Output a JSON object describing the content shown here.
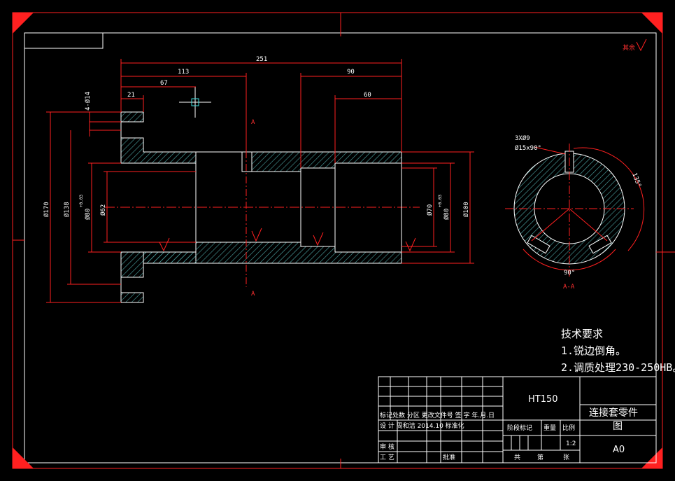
{
  "drawing": {
    "dimensions": {
      "overall_length": "251",
      "len_113": "113",
      "len_67": "67",
      "len_21": "21",
      "len_90": "90",
      "len_60": "60",
      "holes": "4-Ø14",
      "d170": "Ø170",
      "d138": "Ø138",
      "d80_left": "Ø80",
      "d62": "Ø62",
      "d70": "Ø70",
      "d80_right": "Ø80",
      "d100": "Ø100",
      "tol_upper": "+0.03",
      "tol_lower": "0"
    },
    "section": {
      "cut_label": "A",
      "view_label": "A-A",
      "note_holes": "3XØ9",
      "note_counter": "Ø15x90°",
      "angle_135": "135°",
      "angle_90": "90°"
    },
    "surface_note": "其余",
    "technical_requirements": {
      "title": "技术要求",
      "item1": "1.锐边倒角。",
      "item2": "2.调质处理230-250HB。"
    },
    "title_block": {
      "material": "HT150",
      "part_name_line1": "连接套零件",
      "part_name_line2": "图",
      "sheet_size": "A0",
      "scale": "1:2",
      "row_mark": "标记处数  分区  更改文件号  签  字  年.月.日",
      "row_design": "设  计  周和洁  2014.10  标准化",
      "stage_mark": "阶段标记",
      "weight": "重量",
      "ratio": "比例",
      "review": "审  核",
      "process": "工  艺",
      "approve": "批准",
      "total": "共",
      "sheet": "第",
      "sheets": "张"
    }
  }
}
